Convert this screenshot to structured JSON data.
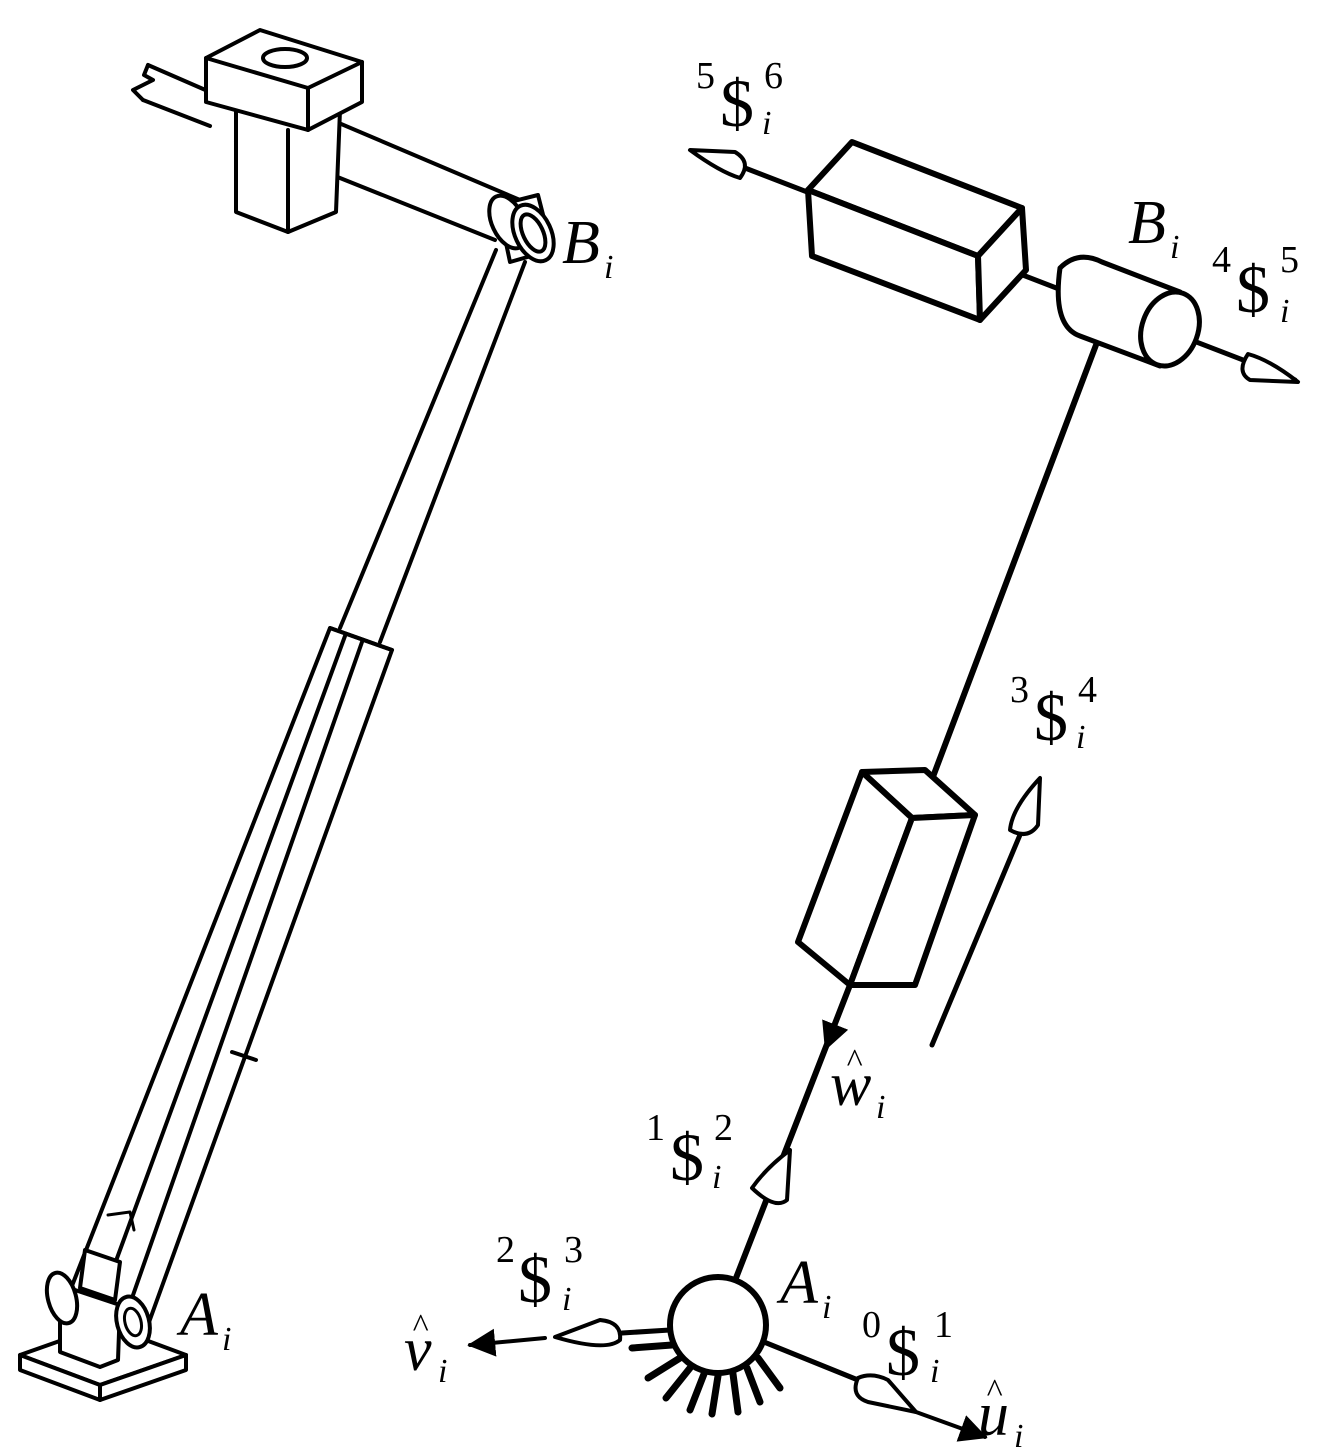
{
  "left_mechanism": {
    "top_joint_label": "B",
    "top_joint_sub": "i",
    "bottom_joint_label": "A",
    "bottom_joint_sub": "i"
  },
  "right_schematic": {
    "joint_B": {
      "label": "B",
      "sub": "i"
    },
    "joint_A": {
      "label": "A",
      "sub": "i"
    },
    "screws": [
      {
        "symbol": "$",
        "pre": "0",
        "sub": "i",
        "sup": "1"
      },
      {
        "symbol": "$",
        "pre": "1",
        "sub": "i",
        "sup": "2"
      },
      {
        "symbol": "$",
        "pre": "2",
        "sub": "i",
        "sup": "3"
      },
      {
        "symbol": "$",
        "pre": "3",
        "sub": "i",
        "sup": "4"
      },
      {
        "symbol": "$",
        "pre": "4",
        "sub": "i",
        "sup": "5"
      },
      {
        "symbol": "$",
        "pre": "5",
        "sub": "i",
        "sup": "6"
      }
    ],
    "unit_vectors": [
      {
        "letter": "u",
        "hat": "^",
        "sub": "i"
      },
      {
        "letter": "v",
        "hat": "^",
        "sub": "i"
      },
      {
        "letter": "w",
        "hat": "^",
        "sub": "i"
      }
    ]
  }
}
